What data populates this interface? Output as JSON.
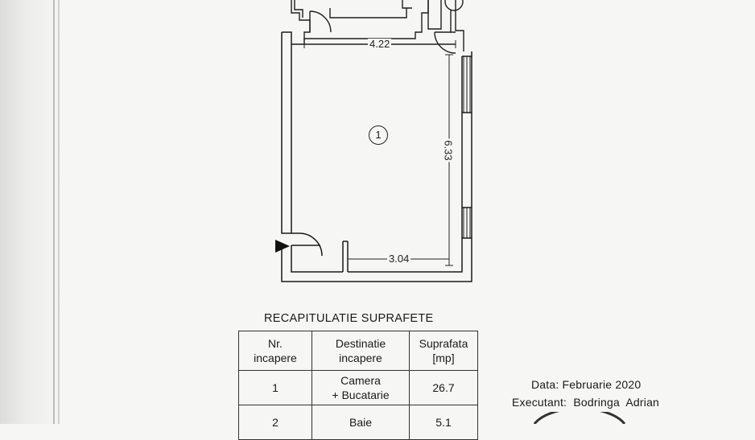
{
  "plan": {
    "dimensions": {
      "width_top": "4.22",
      "height_right": "6.33",
      "width_bottom": "3.04"
    },
    "room_number": "1"
  },
  "table": {
    "title": "RECAPITULATIE SUPRAFETE",
    "headers": {
      "nr_line1": "Nr.",
      "nr_line2": "incapere",
      "dest_line1": "Destinatie",
      "dest_line2": "incapere",
      "sup_line1": "Suprafata",
      "sup_line2": "[mp]"
    },
    "rows": [
      {
        "nr": "1",
        "dest_line1": "Camera",
        "dest_line2": "+ Bucatarie",
        "area": "26.7"
      },
      {
        "nr": "2",
        "dest_line1": "Baie",
        "dest_line2": "",
        "area": "5.1"
      }
    ]
  },
  "info": {
    "date": "Data: Februarie 2020",
    "executant": "Executant:  Bodringa  Adrian"
  }
}
